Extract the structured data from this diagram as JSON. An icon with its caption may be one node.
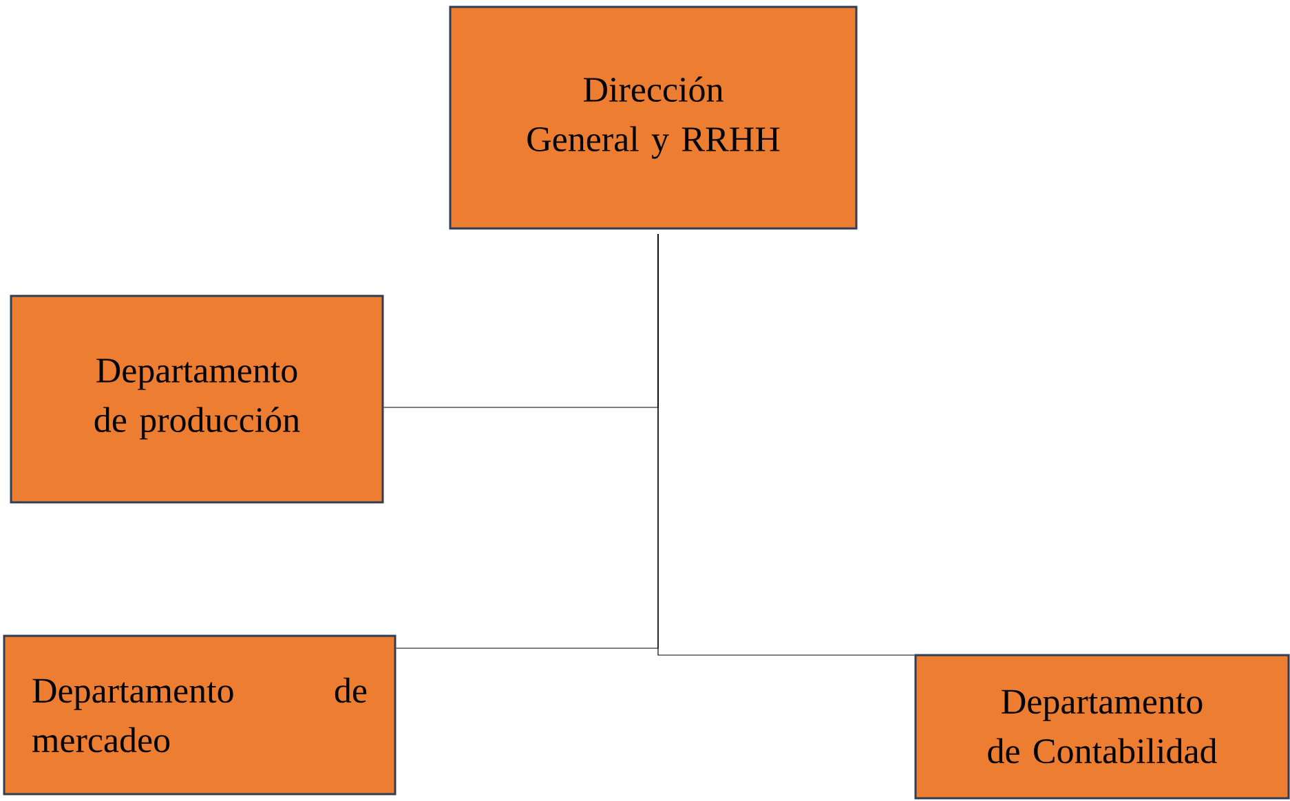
{
  "diagram": {
    "nodes": [
      {
        "text": [
          "Dirección General y RRHH"
        ]
      },
      {
        "text": [
          "Departamento de producción"
        ]
      },
      {
        "text": [
          "Departamento de mercadeo"
        ]
      },
      {
        "text": [
          "Departamento de Contabilidad"
        ]
      }
    ],
    "edges": [
      {
        "from": 0,
        "to": 1,
        "arrow": "none"
      },
      {
        "from": 0,
        "to": 2,
        "arrow": "none"
      },
      {
        "from": 0,
        "to": 3,
        "arrow": "none"
      }
    ]
  }
}
